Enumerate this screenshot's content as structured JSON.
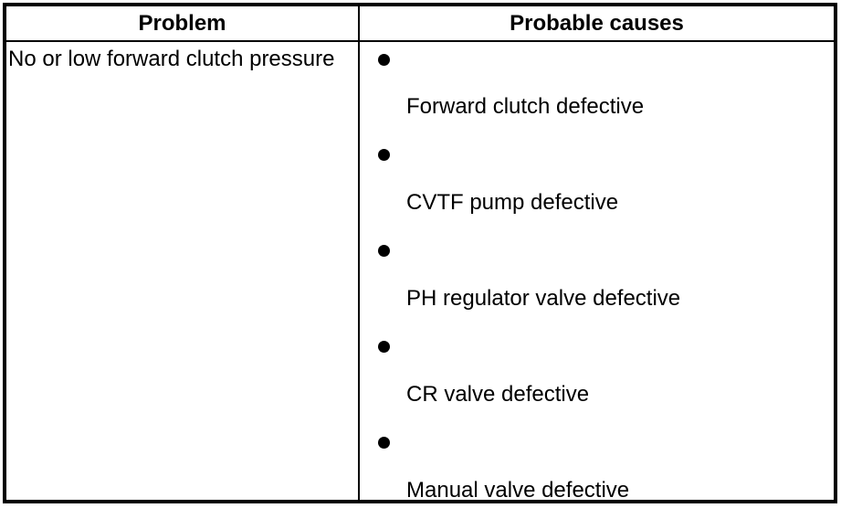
{
  "colors": {
    "border": "#000000",
    "text": "#000000",
    "background": "#ffffff"
  },
  "table": {
    "headers": [
      "Problem",
      "Probable causes"
    ],
    "rows": [
      {
        "problem": "No or low forward clutch pressure",
        "causes": [
          "Forward clutch defective",
          "CVTF pump defective",
          "PH regulator valve defective",
          "CR valve defective",
          "Manual valve defective"
        ]
      }
    ]
  }
}
